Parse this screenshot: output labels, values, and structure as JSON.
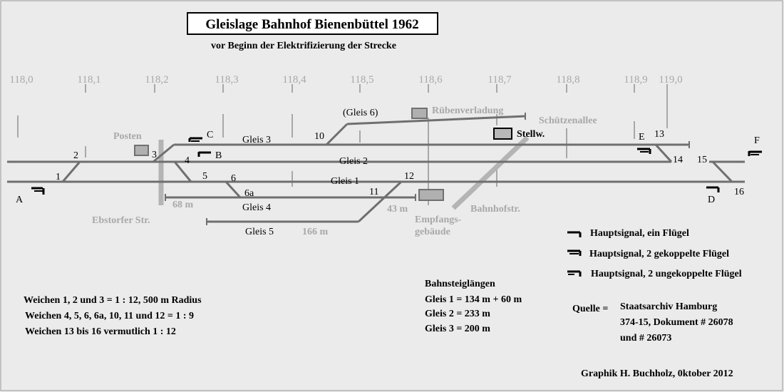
{
  "title": "Gleislage Bahnhof Bienenbüttel 1962",
  "subtitle": "vor Beginn der Elektrifizierung der Strecke",
  "km_marks": [
    "118,0",
    "118,1",
    "118,2",
    "118,3",
    "118,4",
    "118,5",
    "118,6",
    "118,7",
    "118,8",
    "118,9",
    "119,0"
  ],
  "tracks": {
    "gleis1": "Gleis 1",
    "gleis2": "Gleis 2",
    "gleis3": "Gleis 3",
    "gleis4": "Gleis 4",
    "gleis5": "Gleis 5",
    "gleis6": "(Gleis 6)"
  },
  "lengths": {
    "l68": "68 m",
    "l43": "43 m",
    "l166": "166 m"
  },
  "switches": [
    "1",
    "2",
    "3",
    "4",
    "5",
    "6",
    "6a",
    "10",
    "11",
    "12",
    "13",
    "14",
    "15",
    "16"
  ],
  "signals": {
    "A": "A",
    "B": "B",
    "C": "C",
    "D": "D",
    "E": "E",
    "F": "F"
  },
  "places": {
    "posten": "Posten",
    "ebstorfer": "Ebstorfer Str.",
    "rueben": "Rübenverladung",
    "schuetzen": "Schützenallee",
    "stellw": "Stellw.",
    "empfang1": "Empfangs-",
    "empfang2": "gebäude",
    "bahnhofstr": "Bahnhofstr."
  },
  "legend": [
    "Hauptsignal, ein Flügel",
    "Hauptsignal, 2 gekoppelte Flügel",
    "Hauptsignal, 2 ungekoppelte Flügel"
  ],
  "switch_notes": [
    "Weichen 1, 2 und 3 = 1 : 12, 500 m Radius",
    "Weichen 4, 5, 6, 6a, 10, 11 und 12 = 1 : 9",
    "Weichen 13 bis 16 vermutlich 1 : 12"
  ],
  "platforms": {
    "heading": "Bahnsteiglängen",
    "rows": [
      "Gleis 1 = 134 m  + 60 m",
      "Gleis 2 = 233 m",
      "Gleis 3 = 200 m"
    ]
  },
  "source": {
    "label": "Quelle =",
    "lines": [
      "Staatsarchiv Hamburg",
      "374-15, Dokument # 26078",
      "und # 26073"
    ]
  },
  "credit": "Graphik H. Buchholz, 0ktober 2012",
  "colors": {
    "background": "#ebebeb",
    "track": "#6f6f6f",
    "muted": "#a8a8a8",
    "building": "#b0b0b0"
  }
}
